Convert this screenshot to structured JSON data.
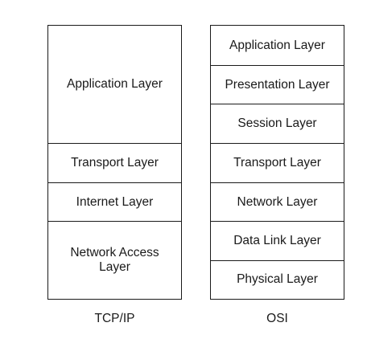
{
  "tcpip": {
    "caption": "TCP/IP",
    "layers": [
      {
        "label": "Application Layer"
      },
      {
        "label": "Transport Layer"
      },
      {
        "label": "Internet Layer"
      },
      {
        "label": "Network Access Layer"
      }
    ]
  },
  "osi": {
    "caption": "OSI",
    "layers": [
      {
        "label": "Application Layer"
      },
      {
        "label": "Presentation Layer"
      },
      {
        "label": "Session Layer"
      },
      {
        "label": "Transport Layer"
      },
      {
        "label": "Network Layer"
      },
      {
        "label": "Data Link Layer"
      },
      {
        "label": "Physical Layer"
      }
    ]
  }
}
